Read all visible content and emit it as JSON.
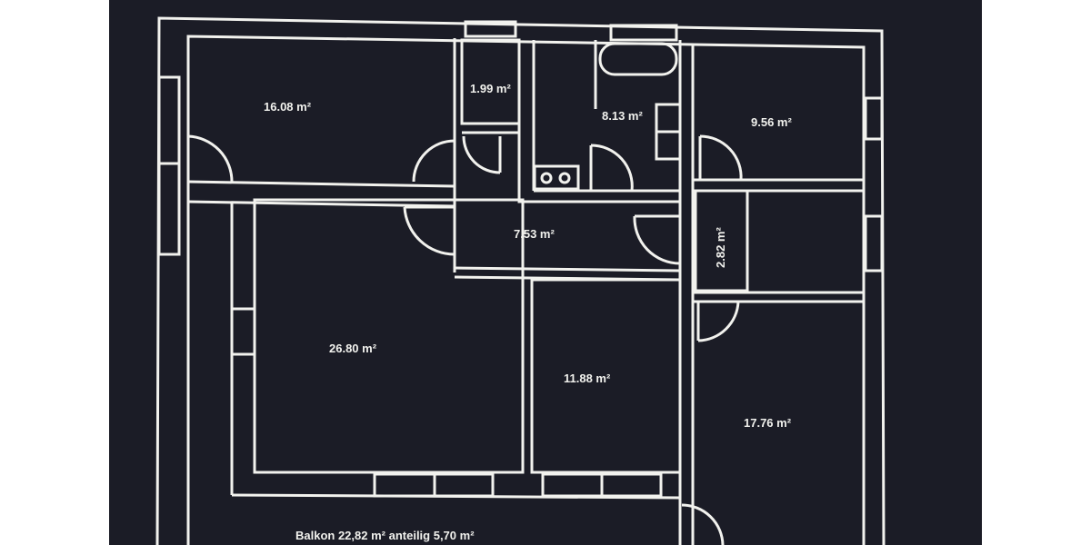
{
  "rooms": [
    {
      "label": "16.08 m²"
    },
    {
      "label": "1.99 m²"
    },
    {
      "label": "8.13 m²"
    },
    {
      "label": "9.56 m²"
    },
    {
      "label": "7.53 m²"
    },
    {
      "label": "2.82 m²"
    },
    {
      "label": "26.80 m²"
    },
    {
      "label": "11.88 m²"
    },
    {
      "label": "17.76 m²"
    }
  ],
  "balcony": {
    "label": "Balkon 22,82 m² anteilig 5,70 m²"
  },
  "colors": {
    "background": "#1b1c26",
    "lines": "#f2f2ee"
  }
}
